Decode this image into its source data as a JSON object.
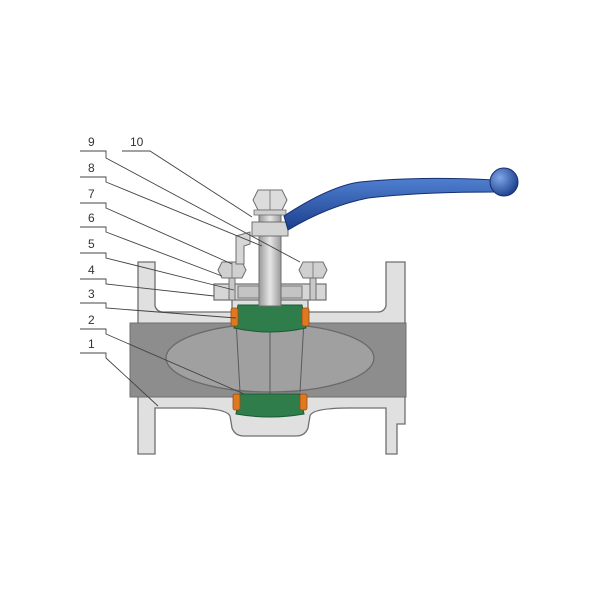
{
  "colors": {
    "body_light": "#e0e0e0",
    "bore_dark": "#8d8d8d",
    "plug": "#b3b3b3",
    "seat_green": "#2e7d4a",
    "seal_orange": "#e07820",
    "handle_blue": "#1f4fa8",
    "leader": "#444444"
  },
  "callouts": [
    {
      "number": "10"
    },
    {
      "number": "9"
    },
    {
      "number": "8"
    },
    {
      "number": "7"
    },
    {
      "number": "6"
    },
    {
      "number": "5"
    },
    {
      "number": "4"
    },
    {
      "number": "3"
    },
    {
      "number": "2"
    },
    {
      "number": "1"
    }
  ]
}
